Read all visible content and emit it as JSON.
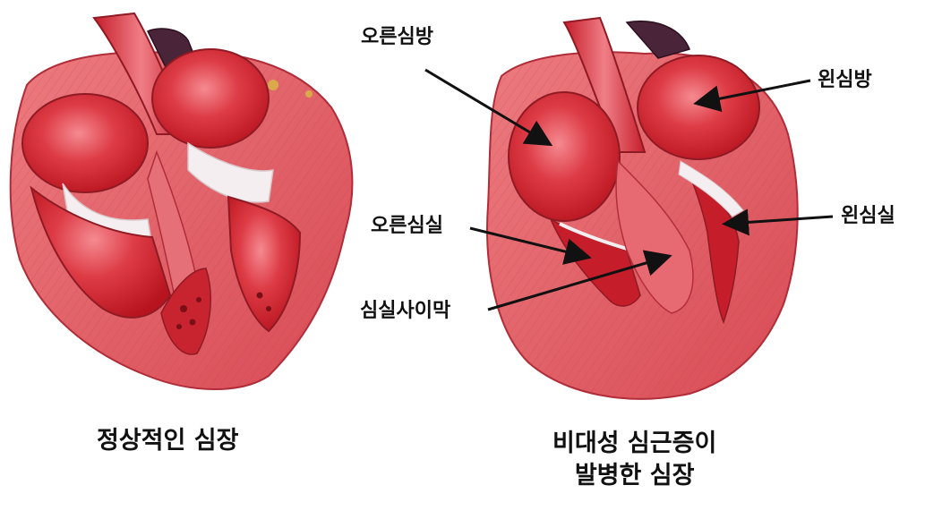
{
  "labels": {
    "right_atrium": "오른심방",
    "left_atrium": "왼심방",
    "right_ventricle": "오른심실",
    "left_ventricle": "왼심실",
    "septum": "심실사이막"
  },
  "captions": {
    "normal_heart": "정상적인 심장",
    "hcm_heart_line1": "비대성 심근증이",
    "hcm_heart_line2": "발병한 심장"
  },
  "colors": {
    "muscle": "#e2565e",
    "muscle_light": "#f08a8a",
    "chamber": "#d4232f",
    "chamber_highlight": "#f36a72",
    "valve_tissue": "#f5eef0",
    "vessel_dark": "#4a2438",
    "fat": "#d9a94a"
  }
}
